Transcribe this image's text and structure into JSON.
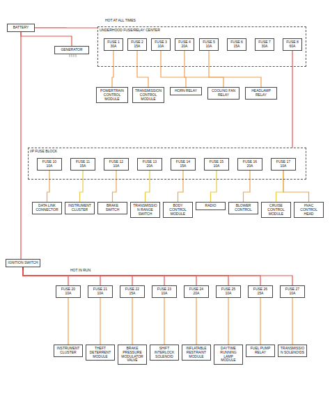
{
  "diagram": {
    "nodes": [
      {
        "text": [
          "UNDERHOOD FUSE/RELAY CENTER"
        ]
      },
      {
        "text": [
          "FUSE 1 30A"
        ],
        "in": 0
      },
      {
        "text": [
          "FUSE 2 15A"
        ],
        "in": 0
      },
      {
        "text": [
          "FUSE 3 10A"
        ],
        "in": 0
      },
      {
        "text": [
          "FUSE 4 20A"
        ],
        "in": 0
      },
      {
        "text": [
          "FUSE 5 10A"
        ],
        "in": 0
      },
      {
        "text": [
          "FUSE 6 15A"
        ],
        "in": 0
      },
      {
        "text": [
          "FUSE 7 30A"
        ],
        "in": 0
      },
      {
        "text": [
          "FUSE 8 60A"
        ],
        "in": 0
      },
      {
        "text": [
          "BATTERY"
        ]
      },
      {
        "text": [
          "GENERATOR"
        ]
      },
      {
        "text": [
          "POWERTRAIN CONTROL MODULE"
        ]
      },
      {
        "text": [
          "TRANSMISSION CONTROL MODULE"
        ]
      },
      {
        "text": [
          "HORN RELAY"
        ]
      },
      {
        "text": [
          "COOLING FAN RELAY"
        ]
      },
      {
        "text": [
          "HEADLAMP RELAY"
        ]
      },
      {
        "text": [
          "I/P FUSE BLOCK"
        ]
      },
      {
        "text": [
          "FUSE 10 10A"
        ],
        "in": 16
      },
      {
        "text": [
          "FUSE 11 15A"
        ],
        "in": 16
      },
      {
        "text": [
          "FUSE 12 10A"
        ],
        "in": 16
      },
      {
        "text": [
          "FUSE 13 20A"
        ],
        "in": 16
      },
      {
        "text": [
          "FUSE 14 15A"
        ],
        "in": 16
      },
      {
        "text": [
          "FUSE 15 10A"
        ],
        "in": 16
      },
      {
        "text": [
          "FUSE 16 20A"
        ],
        "in": 16
      },
      {
        "text": [
          "FUSE 17 10A"
        ],
        "in": 16
      },
      {
        "text": [
          "DATA LINK CONNECTOR"
        ]
      },
      {
        "text": [
          "INSTRUMENT CLUSTER"
        ]
      },
      {
        "text": [
          "BRAKE SWITCH"
        ]
      },
      {
        "text": [
          "TRANSMISSION RANGE SWITCH"
        ]
      },
      {
        "text": [
          "BODY CONTROL MODULE"
        ]
      },
      {
        "text": [
          "RADIO"
        ]
      },
      {
        "text": [
          "BLOWER CONTROL"
        ]
      },
      {
        "text": [
          "CRUISE CONTROL MODULE"
        ]
      },
      {
        "text": [
          "HVAC CONTROL HEAD"
        ]
      },
      {
        "text": [
          "IGNITION SWITCH"
        ]
      },
      {
        "text": [
          "FUSE 20 10A"
        ]
      },
      {
        "text": [
          "FUSE 21 10A"
        ]
      },
      {
        "text": [
          "FUSE 22 15A"
        ]
      },
      {
        "text": [
          "FUSE 23 10A"
        ]
      },
      {
        "text": [
          "FUSE 24 20A"
        ]
      },
      {
        "text": [
          "FUSE 25 10A"
        ]
      },
      {
        "text": [
          "FUSE 26 15A"
        ]
      },
      {
        "text": [
          "FUSE 27 10A"
        ]
      },
      {
        "text": [
          "INSTRUMENT CLUSTER"
        ]
      },
      {
        "text": [
          "THEFT DETERRENT MODULE"
        ]
      },
      {
        "text": [
          "BRAKE PRESSURE MODULATOR VALVE"
        ]
      },
      {
        "text": [
          "SHIFT INTERLOCK SOLENOID"
        ]
      },
      {
        "text": [
          "INFLATABLE RESTRAINT MODULE"
        ]
      },
      {
        "text": [
          "DAYTIME RUNNING LAMP MODULE"
        ]
      },
      {
        "text": [
          "FUEL PUMP RELAY"
        ]
      },
      {
        "text": [
          "TRANSMISSION SOLENOIDS"
        ]
      }
    ],
    "edges": [
      {
        "from": 9,
        "to": 0,
        "arrow": "none"
      },
      {
        "from": 9,
        "to": 10,
        "arrow": "none"
      },
      {
        "from": 9,
        "to": 34,
        "arrow": "none"
      },
      {
        "from": 1,
        "to": 11,
        "arrow": "none"
      },
      {
        "from": 2,
        "to": 12,
        "arrow": "none"
      },
      {
        "from": 3,
        "to": 13,
        "arrow": "none"
      },
      {
        "from": 4,
        "to": 14,
        "arrow": "none"
      },
      {
        "from": 5,
        "to": 15,
        "arrow": "none"
      },
      {
        "from": 8,
        "to": 16,
        "arrow": "none"
      },
      {
        "from": 17,
        "to": 25,
        "arrow": "none"
      },
      {
        "from": 18,
        "to": 26,
        "arrow": "none"
      },
      {
        "from": 19,
        "to": 27,
        "arrow": "none"
      },
      {
        "from": 20,
        "to": 28,
        "arrow": "none"
      },
      {
        "from": 21,
        "to": 29,
        "arrow": "none"
      },
      {
        "from": 22,
        "to": 30,
        "arrow": "none"
      },
      {
        "from": 23,
        "to": 31,
        "arrow": "none"
      },
      {
        "from": 24,
        "to": 32,
        "arrow": "none"
      },
      {
        "from": 24,
        "to": 33,
        "arrow": "none"
      },
      {
        "from": 34,
        "to": 35,
        "arrow": "none"
      },
      {
        "from": 34,
        "to": 36,
        "arrow": "none"
      },
      {
        "from": 34,
        "to": 37,
        "arrow": "none"
      },
      {
        "from": 34,
        "to": 38,
        "arrow": "none"
      },
      {
        "from": 34,
        "to": 39,
        "arrow": "none"
      },
      {
        "from": 34,
        "to": 40,
        "arrow": "none"
      },
      {
        "from": 34,
        "to": 41,
        "arrow": "none"
      },
      {
        "from": 34,
        "to": 42,
        "arrow": "none"
      },
      {
        "from": 35,
        "to": 43,
        "arrow": "none"
      },
      {
        "from": 36,
        "to": 44,
        "arrow": "none"
      },
      {
        "from": 37,
        "to": 45,
        "arrow": "none"
      },
      {
        "from": 38,
        "to": 46,
        "arrow": "none"
      },
      {
        "from": 39,
        "to": 47,
        "arrow": "none"
      },
      {
        "from": 40,
        "to": 48,
        "arrow": "none"
      },
      {
        "from": 41,
        "to": 49,
        "arrow": "none"
      },
      {
        "from": 42,
        "to": 50,
        "arrow": "none"
      }
    ],
    "labels": [
      "HOT AT ALL TIMES",
      "HOT IN RUN"
    ]
  }
}
